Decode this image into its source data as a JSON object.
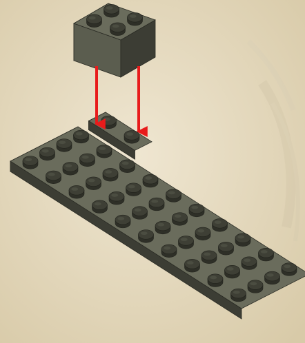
{
  "scene": {
    "background_color": "#e6dcc4",
    "brick_top_color": "#6a6c5c",
    "brick_left_color": "#4a4b40",
    "brick_right_color": "#3c3d34",
    "stud_top_color": "#3e3f35",
    "stud_side_color": "#2e2f27",
    "arrow_color": "#e81b1b"
  },
  "parts": {
    "top_brick": {
      "name": "2x2-brick-icon",
      "studs": [
        2,
        2
      ]
    },
    "small_plate": {
      "name": "1x2-plate-icon",
      "studs": [
        1,
        2
      ]
    },
    "large_plate": {
      "name": "4x10-plate-icon",
      "studs": [
        4,
        10
      ]
    }
  },
  "arrows": {
    "count": 2
  }
}
